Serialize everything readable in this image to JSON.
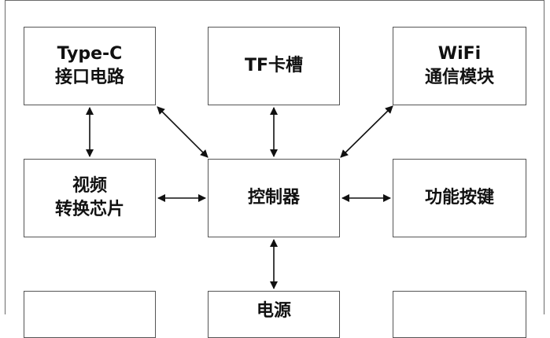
{
  "boxes": {
    "typec": "Type-C\n接口电路",
    "tf": "TF卡槽",
    "wifi": "WiFi\n通信模块",
    "video": "视频\n转换芯片",
    "controller": "控制器",
    "keys": "功能按键",
    "power": "电源"
  },
  "colors": {
    "border": "#555555",
    "arrow": "#111111",
    "text": "#111111"
  }
}
